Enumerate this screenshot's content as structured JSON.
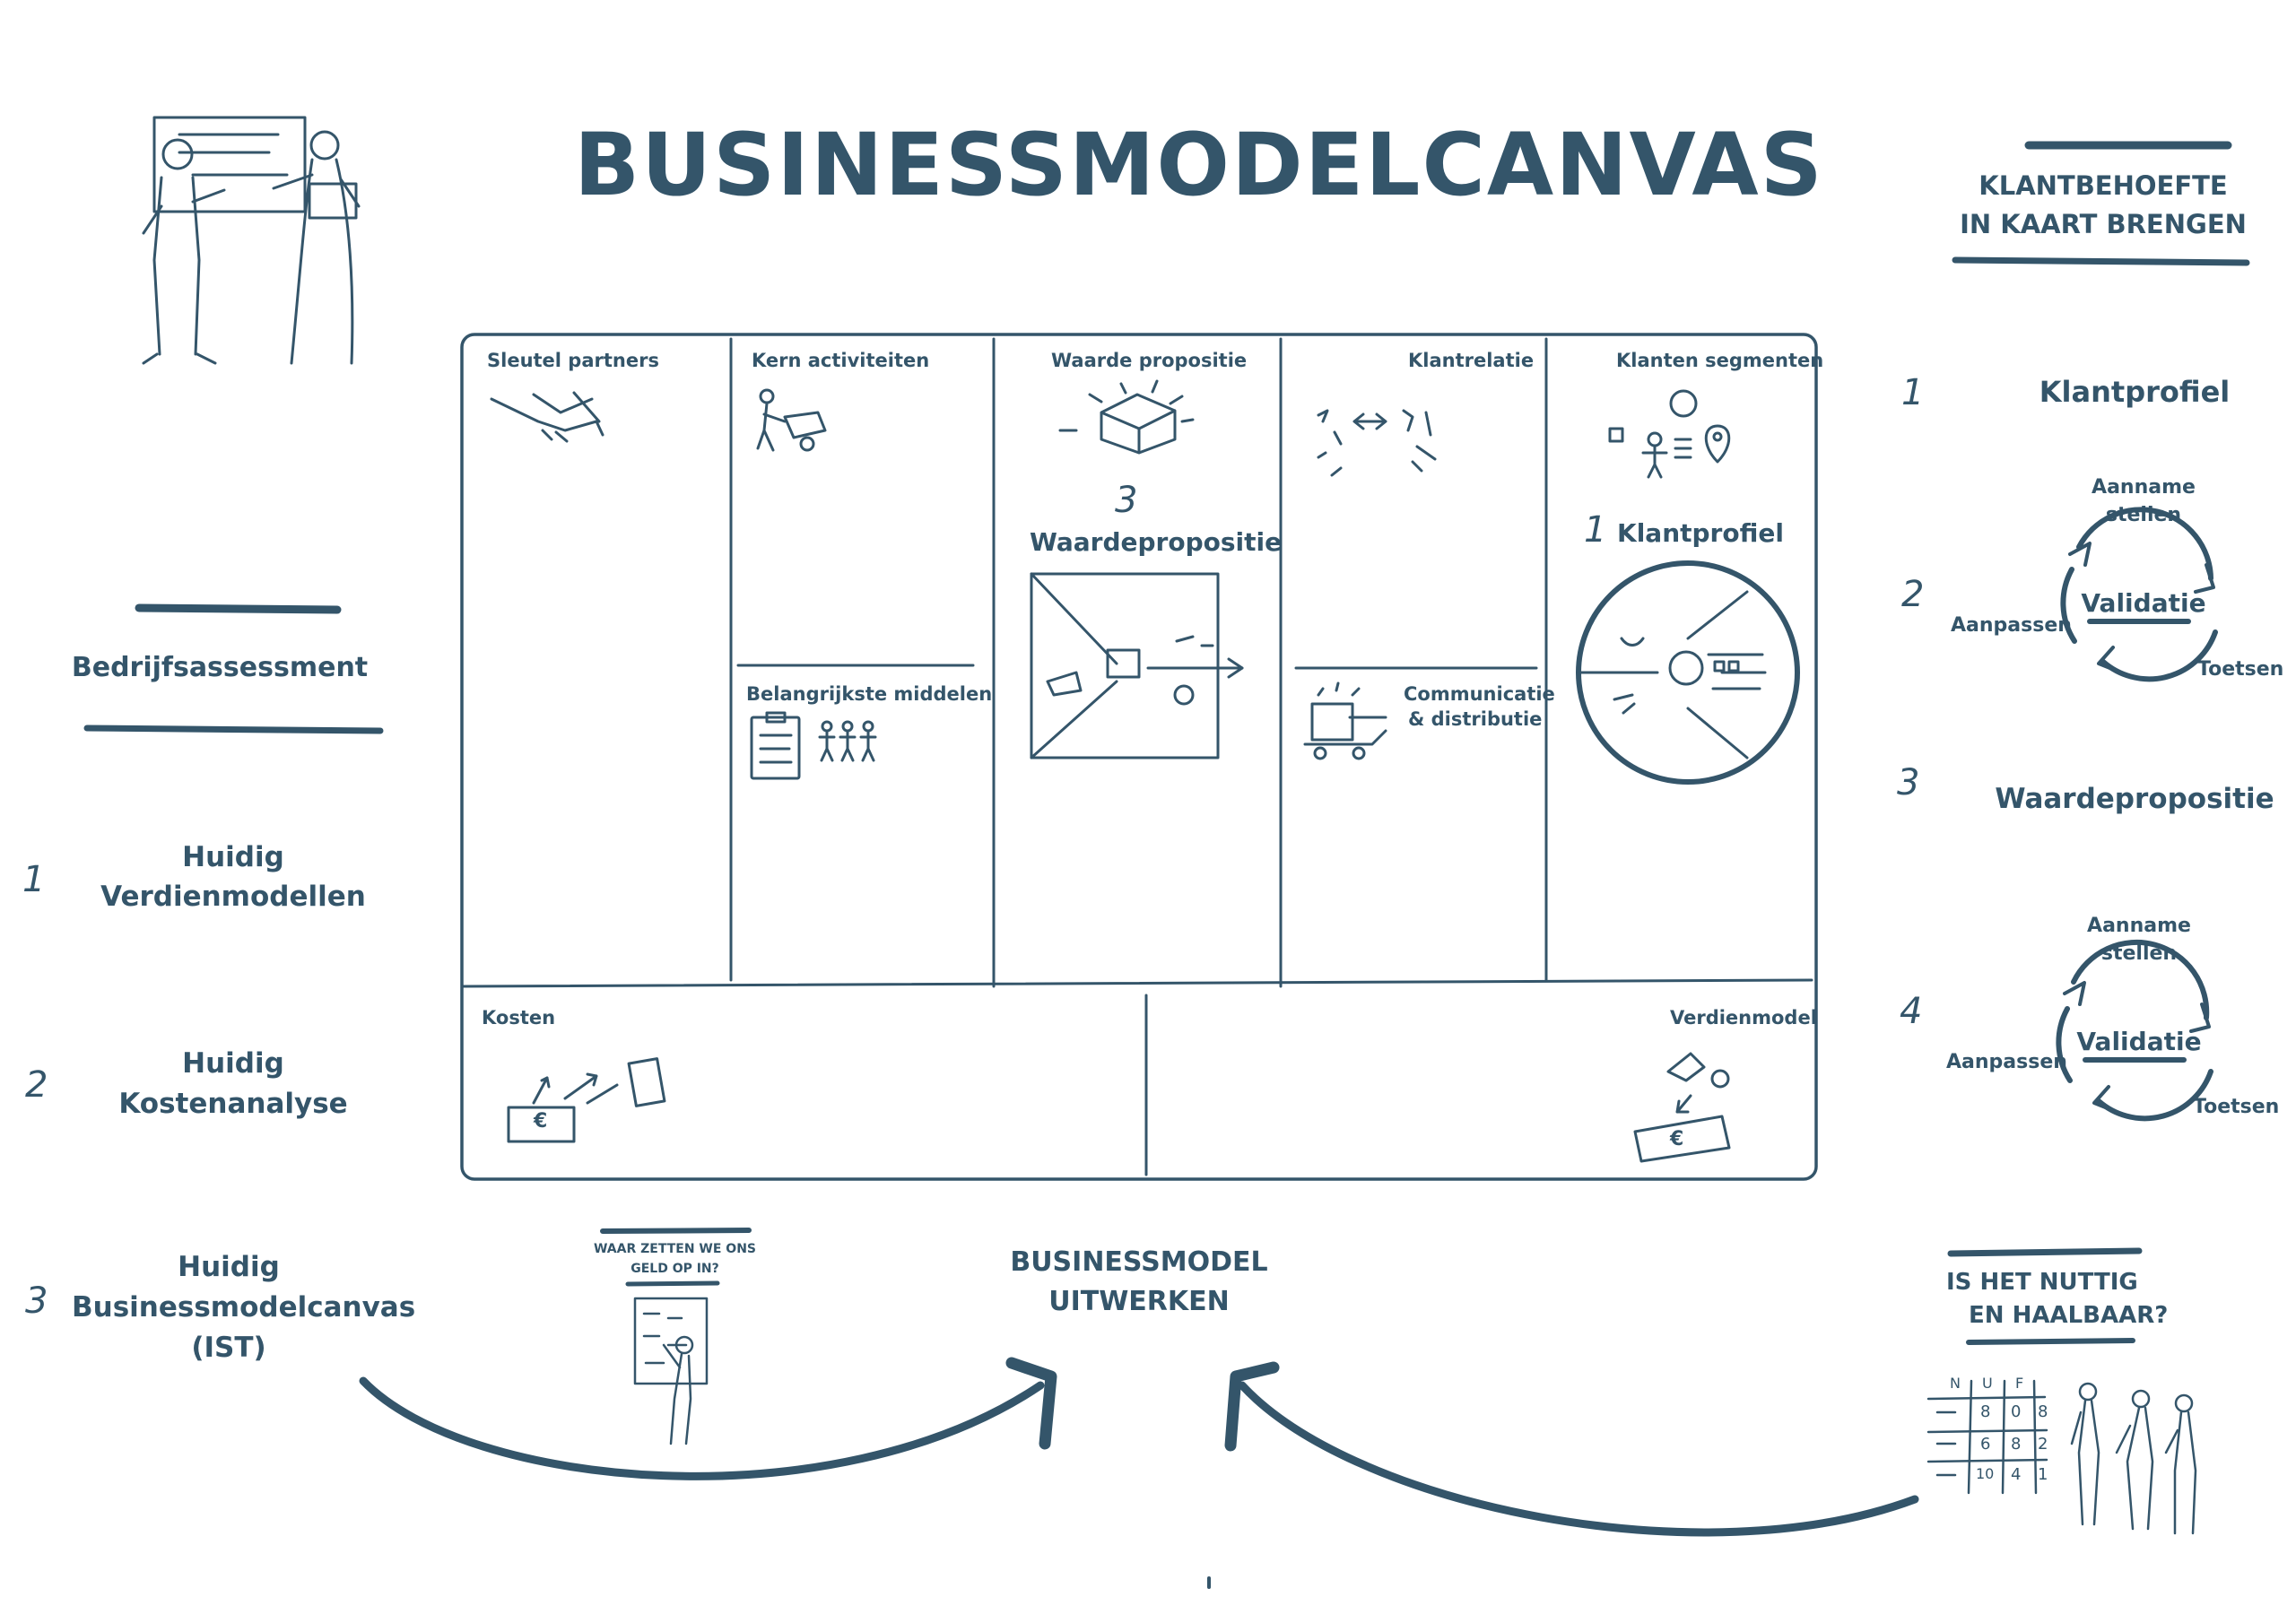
{
  "title": "BUSINESSMODELCANVAS",
  "left_panel": {
    "heading": "Bedrijfsassessment",
    "steps": [
      {
        "num": "1",
        "line1": "Huidig",
        "line2": "Verdienmodellen",
        "line3": ""
      },
      {
        "num": "2",
        "line1": "Huidig",
        "line2": "Kostenanalyse",
        "line3": ""
      },
      {
        "num": "3",
        "line1": "Huidig",
        "line2": "Businessmodelcanvas",
        "line3": "(IST)"
      }
    ]
  },
  "right_panel": {
    "heading_line1": "KLANTBEHOEFTE",
    "heading_line2": "IN KAART BRENGEN",
    "steps": [
      {
        "num": "1",
        "label": "Klantprofiel"
      },
      {
        "num": "2",
        "label": ""
      },
      {
        "num": "3",
        "label": "Waardepropositie"
      },
      {
        "num": "4",
        "label": ""
      }
    ],
    "cycles": [
      {
        "center": "Validatie",
        "top1": "Aanname",
        "top2": "stellen",
        "left": "Aanpassen",
        "right": "Toetsen"
      },
      {
        "center": "Validatie",
        "top1": "Aanname",
        "top2": "stellen",
        "left": "Aanpassen",
        "right": "Toetsen"
      }
    ],
    "feasibility_line1": "IS HET NUTTIG",
    "feasibility_line2": "EN HAALBAAR?",
    "table_headers": [
      "N",
      "U",
      "F"
    ],
    "table_cells": [
      "8",
      "0",
      "8",
      "6",
      "8",
      "2",
      "10",
      "4",
      "1"
    ]
  },
  "canvas": {
    "cells": {
      "partners": "Sleutel partners",
      "activities": "Kern activiteiten",
      "resources": "Belangrijkste middelen",
      "value": "Waarde propositie",
      "relations": "Klantrelatie",
      "channels_line1": "Communicatie",
      "channels_line2": "& distributie",
      "segments": "Klanten segmenten",
      "costs": "Kosten",
      "revenue": "Verdienmodel"
    },
    "value_step_num": "3",
    "value_step_label": "Waardepropositie",
    "segment_step_num": "1",
    "segment_step_label": "Klantprofiel",
    "currency": "€"
  },
  "bottom": {
    "center_line1": "BUSINESSMODEL",
    "center_line2": "UITWERKEN",
    "question_line1": "WAAR ZETTEN WE ONS",
    "question_line2": "GELD OP IN?"
  },
  "colors": {
    "ink": "#34556a",
    "background": "#ffffff"
  }
}
